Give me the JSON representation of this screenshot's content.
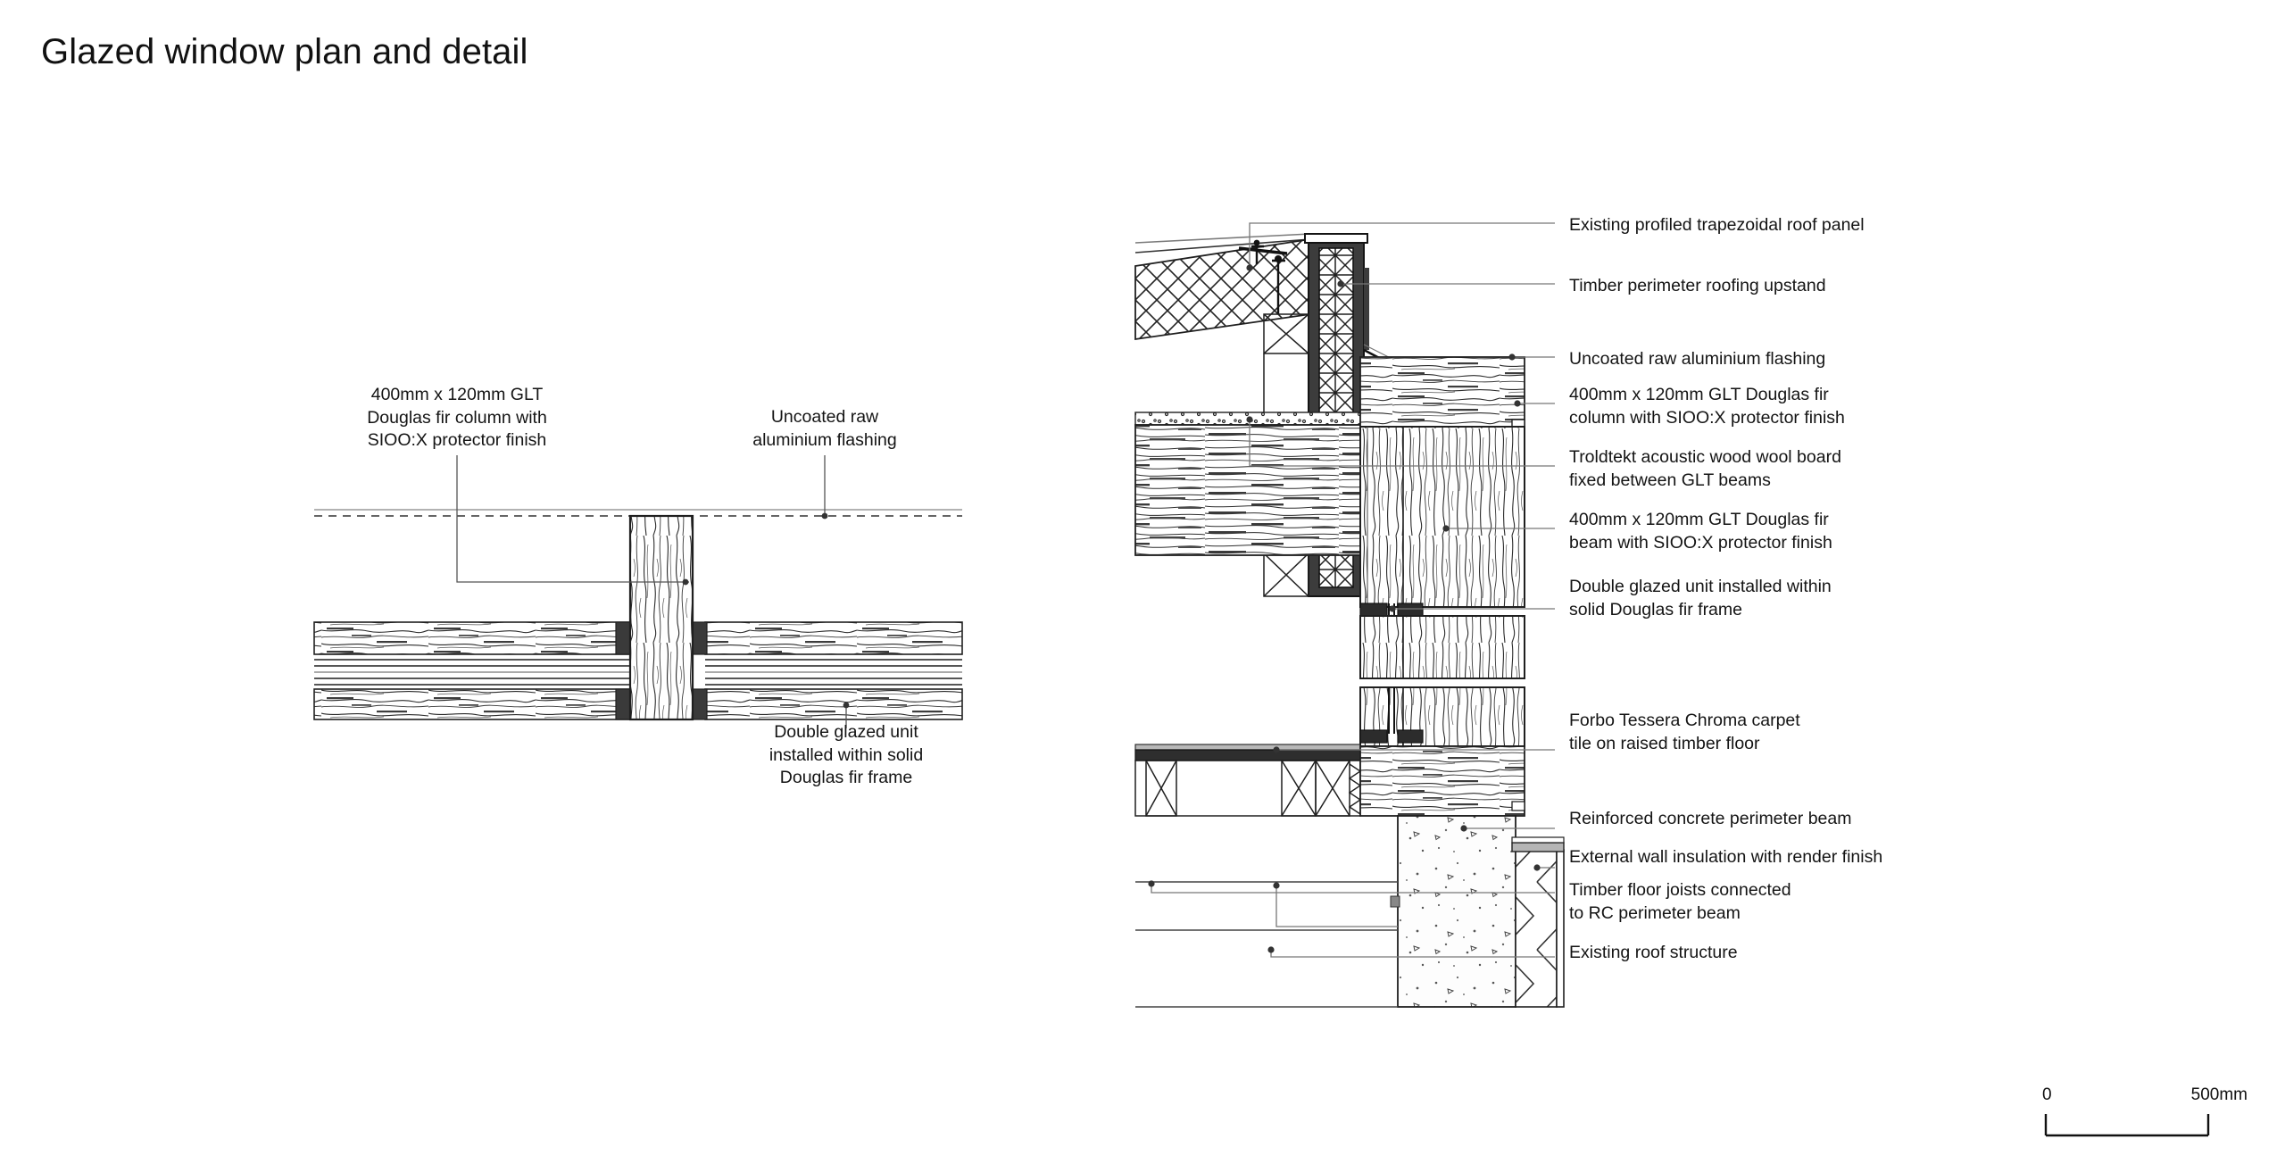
{
  "sheet": {
    "title": "Glazed window plan and detail"
  },
  "scale_bar": {
    "start_label": "0",
    "end_label": "500mm"
  },
  "plan_drawing": {
    "name": "glazed window plan",
    "annotations": [
      {
        "id": "plan-column",
        "text": "400mm x 120mm GLT\nDouglas fir column with\nSIOO:X protector finish"
      },
      {
        "id": "plan-flashing",
        "text": "Uncoated raw\naluminium flashing"
      },
      {
        "id": "plan-glazing",
        "text": "Double glazed unit\ninstalled within solid\nDouglas fir frame"
      }
    ]
  },
  "section_drawing": {
    "name": "glazed window section detail",
    "annotations": [
      {
        "id": "sec-roof-panel",
        "text": "Existing profiled trapezoidal roof panel"
      },
      {
        "id": "sec-upstand",
        "text": "Timber perimeter roofing upstand"
      },
      {
        "id": "sec-flashing",
        "text": "Uncoated raw aluminium flashing"
      },
      {
        "id": "sec-column",
        "text": "400mm x 120mm GLT Douglas fir\ncolumn with SIOO:X protector finish"
      },
      {
        "id": "sec-troldtekt",
        "text": "Troldtekt acoustic wood wool board\nfixed between GLT beams"
      },
      {
        "id": "sec-beam",
        "text": "400mm x 120mm GLT Douglas fir\nbeam with SIOO:X protector finish"
      },
      {
        "id": "sec-glazing",
        "text": "Double glazed unit installed within\nsolid Douglas fir frame"
      },
      {
        "id": "sec-carpet",
        "text": "Forbo Tessera Chroma carpet\ntile on raised timber floor"
      },
      {
        "id": "sec-rc-beam",
        "text": "Reinforced concrete perimeter beam"
      },
      {
        "id": "sec-insulation",
        "text": "External wall insulation with render finish"
      },
      {
        "id": "sec-joists",
        "text": "Timber floor joists connected\nto RC perimeter beam"
      },
      {
        "id": "sec-roof-struct",
        "text": "Existing roof structure"
      }
    ]
  },
  "colors": {
    "ink": "#1a1a1a",
    "line": "#222222",
    "hatch": "#333333",
    "light_line": "#8a8a8a",
    "paper": "#ffffff"
  }
}
